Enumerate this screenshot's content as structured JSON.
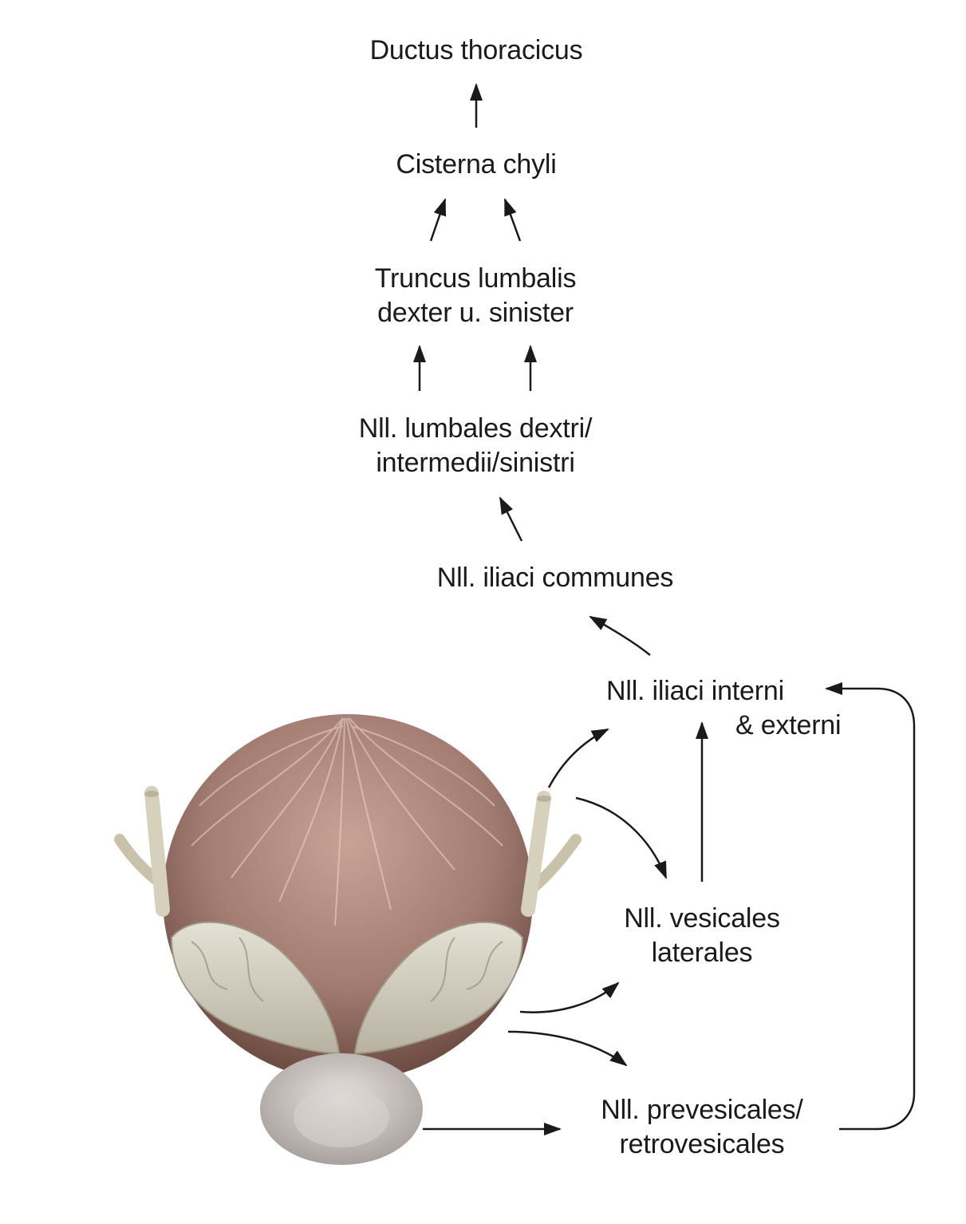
{
  "nodes": {
    "ductus": [
      "Ductus thoracicus"
    ],
    "cisterna": [
      "Cisterna chyli"
    ],
    "truncus": [
      "Truncus lumbalis",
      "dexter u. sinister"
    ],
    "lumbales": [
      "Nll. lumbales dextri/",
      "intermedii/sinistri"
    ],
    "iliaci_communes": [
      "Nll. iliaci communes"
    ],
    "iliaci_interni": [
      "Nll. iliaci interni",
      "& externi"
    ],
    "vesicales": [
      "Nll. vesicales",
      "laterales"
    ],
    "prevesicales": [
      "Nll. prevesicales/",
      "retrovesicales"
    ]
  },
  "colors": {
    "text": "#1a1a1a",
    "arrow": "#1a1a1a",
    "bladder": "#9c7a70",
    "bladder_dark": "#6b4a42",
    "gland": "#d9d6c9",
    "gland_shadow": "#a9a596",
    "prostate": "#cdc7c4",
    "ureter": "#cfcab6"
  },
  "illustration": {
    "icon": "bladder-illustration"
  }
}
